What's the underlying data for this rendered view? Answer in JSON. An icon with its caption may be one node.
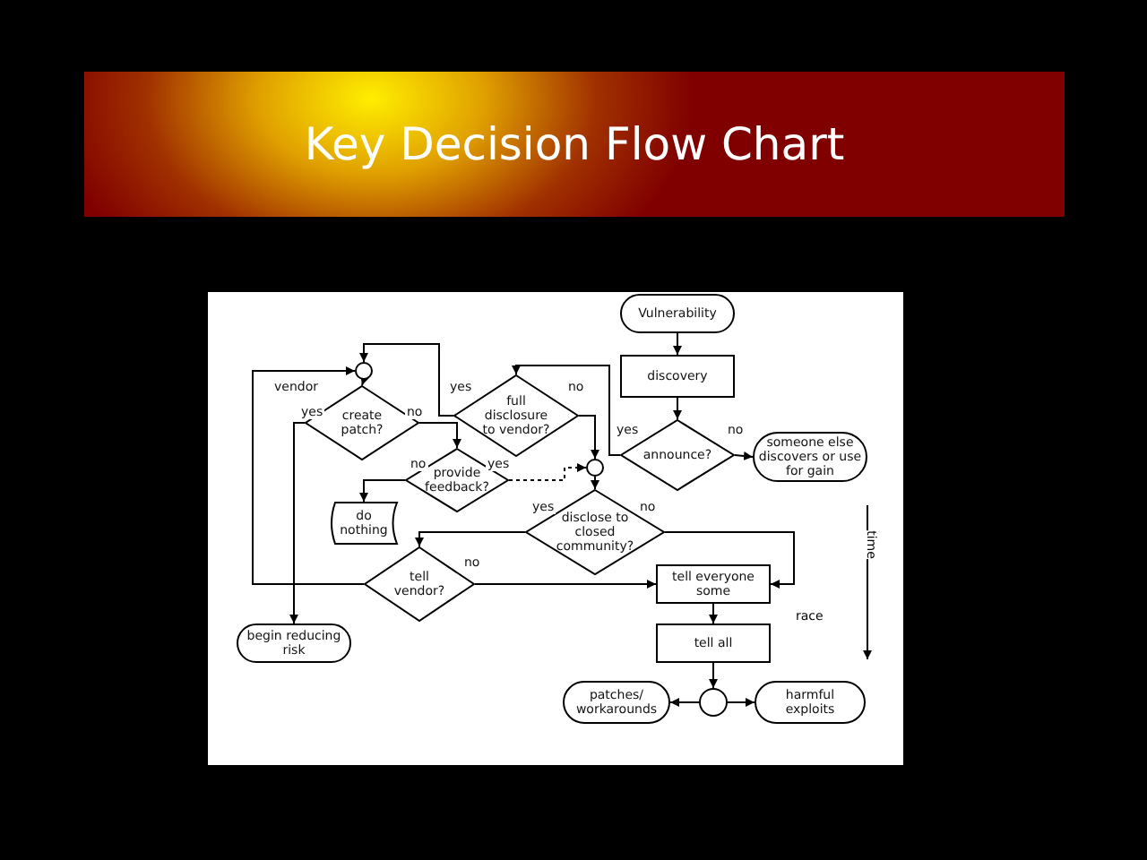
{
  "diagram": {
    "title": "Key Decision Flow Chart",
    "nodes": [
      {
        "text": [
          "Vulnerability"
        ]
      },
      {
        "text": [
          "discovery"
        ]
      },
      {
        "text": [
          "announce?"
        ]
      },
      {
        "text": [
          "someone else discovers or use for gain"
        ]
      },
      {
        "text": [
          "full disclosure to vendor?"
        ]
      },
      {
        "text": [
          "create patch?"
        ]
      },
      {
        "text": [],
        "shape": "circle"
      },
      {
        "text": [
          "provide feedback?"
        ]
      },
      {
        "text": [],
        "shape": "circle"
      },
      {
        "text": [
          "do nothing"
        ]
      },
      {
        "text": [
          "disclose to closed community?"
        ]
      },
      {
        "text": [
          "tell vendor?"
        ]
      },
      {
        "text": [
          "tell everyone some"
        ]
      },
      {
        "text": [
          "tell all"
        ]
      },
      {
        "text": [],
        "shape": "circle"
      },
      {
        "text": [
          "patches/ workarounds"
        ]
      },
      {
        "text": [
          "harmful exploits"
        ]
      },
      {
        "text": [
          "begin reducing risk"
        ]
      }
    ],
    "edges": [
      {
        "from": 0,
        "to": 1,
        "arrow": "to"
      },
      {
        "from": 1,
        "to": 2,
        "arrow": "to"
      },
      {
        "from": 2,
        "to": 3,
        "arrow": "to",
        "label": "no"
      },
      {
        "from": 2,
        "to": 4,
        "arrow": "to",
        "label": "yes"
      },
      {
        "from": 4,
        "to": 6,
        "arrow": "to",
        "label": "yes"
      },
      {
        "from": 11,
        "to": 6,
        "arrow": "to",
        "label": "vendor"
      },
      {
        "from": 6,
        "to": 5,
        "arrow": "to"
      },
      {
        "from": 5,
        "to": 17,
        "arrow": "to",
        "label": "yes"
      },
      {
        "from": 5,
        "to": 7,
        "arrow": "to",
        "label": "no"
      },
      {
        "from": 7,
        "to": 9,
        "arrow": "to",
        "label": "no"
      },
      {
        "from": 7,
        "to": 8,
        "arrow": "to",
        "label": "yes",
        "style": "dashed"
      },
      {
        "from": 4,
        "to": 8,
        "arrow": "to",
        "label": "no"
      },
      {
        "from": 8,
        "to": 10,
        "arrow": "to"
      },
      {
        "from": 10,
        "to": 11,
        "arrow": "to",
        "label": "yes"
      },
      {
        "from": 10,
        "to": 12,
        "arrow": "to",
        "label": "no"
      },
      {
        "from": 11,
        "to": 12,
        "arrow": "to",
        "label": "no"
      },
      {
        "from": 12,
        "to": 13,
        "arrow": "to"
      },
      {
        "from": 13,
        "to": 14,
        "arrow": "to"
      },
      {
        "from": 14,
        "to": 15,
        "arrow": "to"
      },
      {
        "from": 14,
        "to": 16,
        "arrow": "to"
      }
    ],
    "labels": [
      "time",
      "race"
    ]
  }
}
